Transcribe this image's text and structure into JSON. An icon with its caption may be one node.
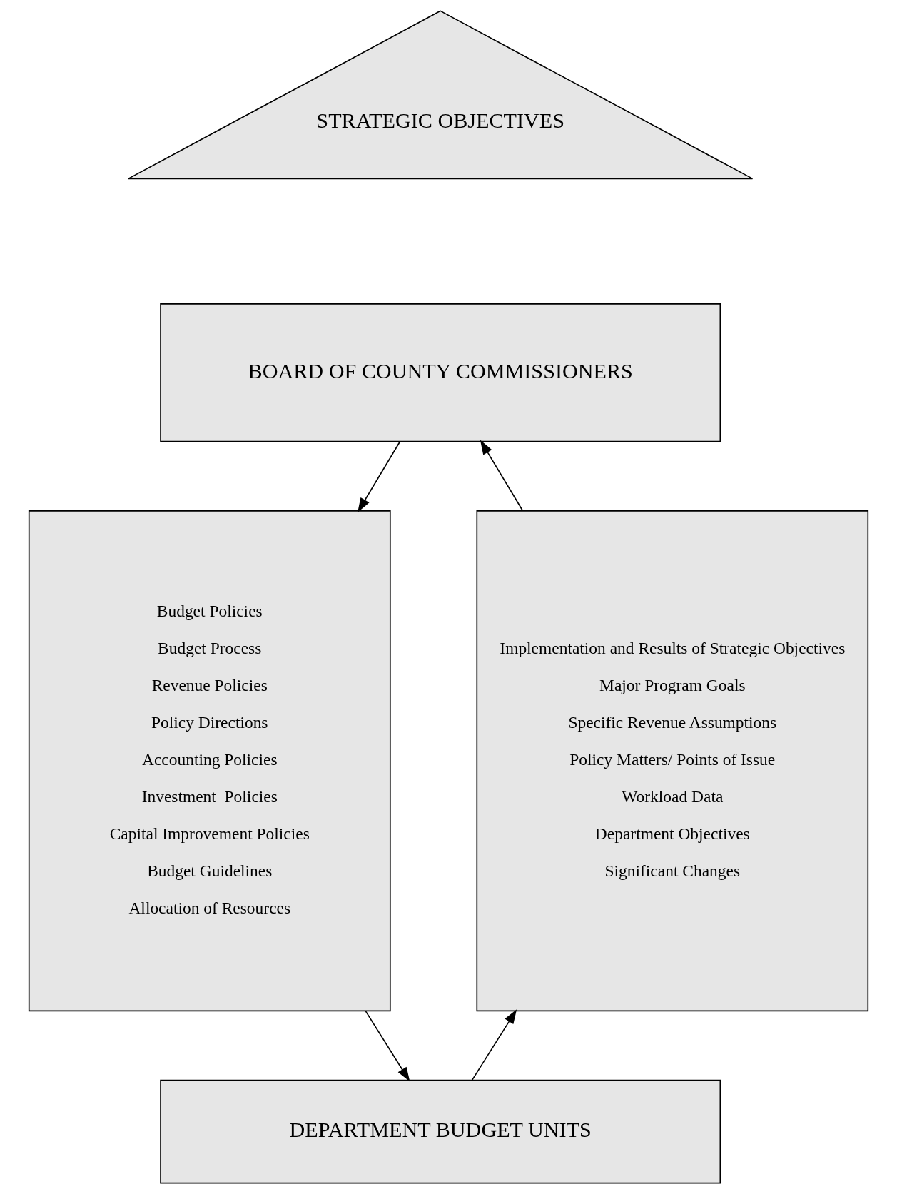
{
  "diagram": {
    "nodes": [
      {
        "text": [
          "STRATEGIC OBJECTIVES"
        ]
      },
      {
        "text": [
          "BOARD OF COUNTY COMMISSIONERS"
        ]
      },
      {
        "text": [
          "Budget Policies",
          "Budget Process",
          "Revenue Policies",
          "Policy Directions",
          "Accounting Policies",
          "Investment  Policies",
          "Capital Improvement Policies",
          "Budget Guidelines",
          "Allocation of Resources"
        ]
      },
      {
        "text": [
          "Implementation and Results of Strategic Objectives",
          "Major Program Goals",
          "Specific Revenue Assumptions",
          "Policy Matters/ Points of Issue",
          "Workload Data",
          "Department Objectives",
          "Significant Changes"
        ]
      },
      {
        "text": [
          "DEPARTMENT BUDGET UNITS"
        ]
      }
    ],
    "edges": [
      {
        "from": 1,
        "to": 2,
        "arrow": "to"
      },
      {
        "from": 2,
        "to": 4,
        "arrow": "to"
      },
      {
        "from": 4,
        "to": 3,
        "arrow": "to"
      },
      {
        "from": 3,
        "to": 1,
        "arrow": "to"
      }
    ]
  }
}
